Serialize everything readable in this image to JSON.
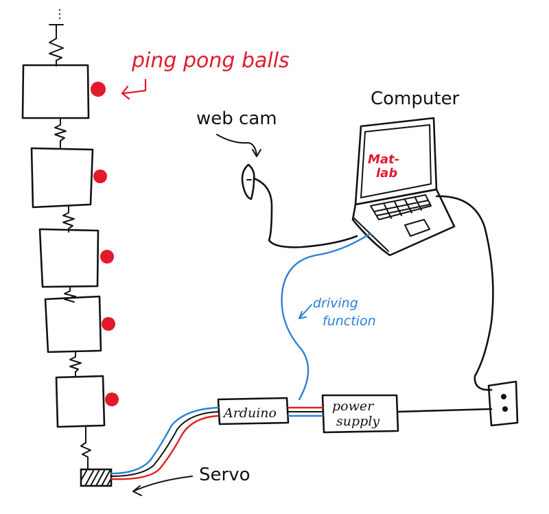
{
  "labels": {
    "ping_pong_balls": "ping pong balls",
    "web_cam": "web cam",
    "computer": "Computer",
    "matlab_line1": "Mat-",
    "matlab_line2": "lab",
    "driving_line1": "driving",
    "driving_line2": "function",
    "arduino": "Arduino",
    "power_line1": "power",
    "power_line2": "supply",
    "servo": "Servo",
    "top_dot": "⋮"
  },
  "colors": {
    "ink": "#111111",
    "ball": "#e21a2c",
    "red_wire": "#e02020",
    "blue_wire": "#2a7fd6"
  },
  "icons": [
    "spring-icon",
    "ball-icon",
    "webcam-icon",
    "laptop-icon",
    "outlet-icon",
    "arrow-icon"
  ]
}
